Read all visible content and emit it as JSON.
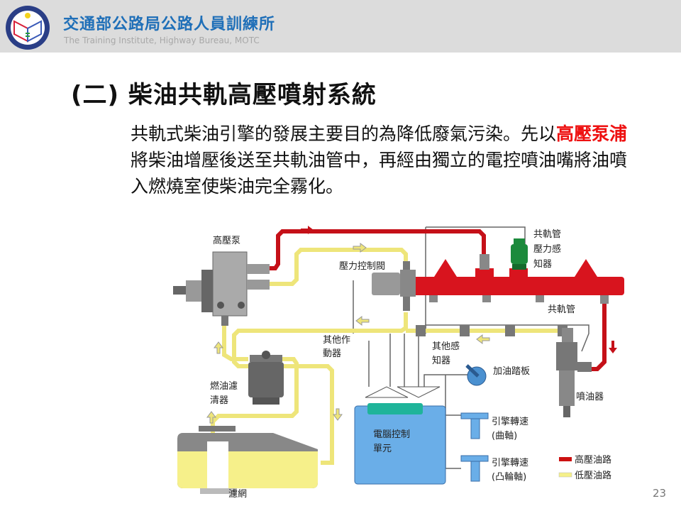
{
  "header": {
    "org_name_zh": "交通部公路局公路人員訓練所",
    "org_name_en": "The Training Institute, Highway Bureau,  MOTC",
    "logo_icon": "institute-logo-icon"
  },
  "slide": {
    "title": "(二) 柴油共軌高壓噴射系統",
    "paragraph": {
      "before": "共軌式柴油引擎的發展主要目的為降低廢氣污染。先以",
      "highlight": "高壓泵浦",
      "after": "將柴油增壓後送至共軌油管中，再經由獨立的電控噴油嘴將油噴入燃燒室使柴油完全霧化。"
    },
    "page_number": "23"
  },
  "diagram": {
    "labels": {
      "pump": "高壓泵",
      "pressure_valve": "壓力控制閥",
      "rail_sensor_1": "共軌管",
      "rail_sensor_2": "壓力感",
      "rail_sensor_3": "知器",
      "rail": "共軌管",
      "other_actuator_1": "其他作",
      "other_actuator_2": "動器",
      "other_sensor_1": "其他感",
      "other_sensor_2": "知器",
      "pedal": "加油踏板",
      "filter_1": "燃油濾",
      "filter_2": "清器",
      "ecu_1": "電腦控制",
      "ecu_2": "單元",
      "crank_1": "引擎轉速",
      "crank_2": "(曲軸)",
      "cam_1": "引擎轉速",
      "cam_2": "(凸輪軸)",
      "injector": "噴油器",
      "strainer": "濾網"
    },
    "legend": [
      {
        "label": "高壓油路",
        "color": "#cc1111"
      },
      {
        "label": "低壓油路",
        "color": "#f5f08a"
      }
    ],
    "colors": {
      "high_pressure": "#d8141e",
      "low_pressure": "#f7f29a",
      "ecu": "#6aaee8",
      "sensor_green": "#1c8a3c"
    }
  }
}
